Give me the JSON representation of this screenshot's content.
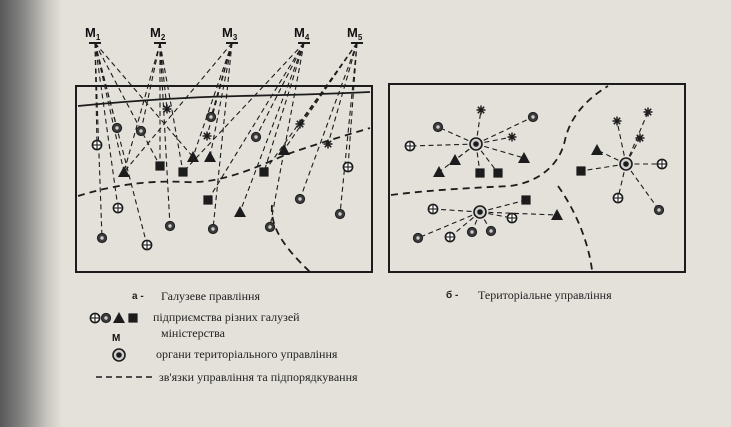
{
  "ministries": {
    "letter": "М",
    "labels": [
      "1",
      "2",
      "3",
      "4",
      "5"
    ]
  },
  "panel_a": {
    "marker": "а -",
    "caption": "Галузеве правління"
  },
  "panel_b": {
    "marker": "б -",
    "caption": "Територіальне управління"
  },
  "legend": {
    "enterprises": "підприємства різних галузей",
    "ministry_symbol": "М",
    "ministries": "міністерства",
    "territorial_bodies": "органи територіального управління",
    "links": "зв'язки управління та підпорядкування"
  },
  "colors": {
    "ink": "#1c1c1c",
    "paper": "#e4e1da",
    "scan_shadow": "#6a6a6a"
  },
  "icons": [
    "circle-cross-icon",
    "circle-dot-icon",
    "triangle-icon",
    "square-icon",
    "asterisk-icon",
    "target-icon"
  ]
}
